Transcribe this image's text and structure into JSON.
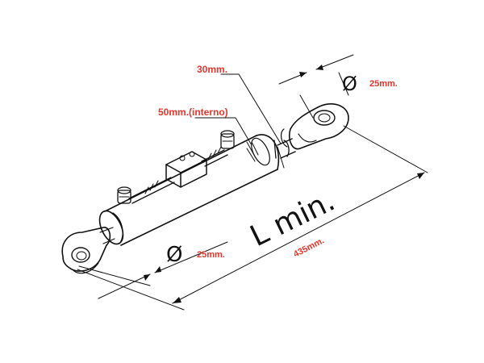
{
  "labels": {
    "rod_diameter": "30mm.",
    "bore_interno": "50mm.(interno)",
    "top_diameter_value": "25mm.",
    "bottom_diameter_value": "25mm.",
    "length_title": "L min.",
    "length_value": "435mm."
  },
  "symbols": {
    "diameter": "Ø"
  },
  "colors": {
    "label_red": "#e8352b",
    "line": "#111111",
    "background": "#ffffff"
  }
}
